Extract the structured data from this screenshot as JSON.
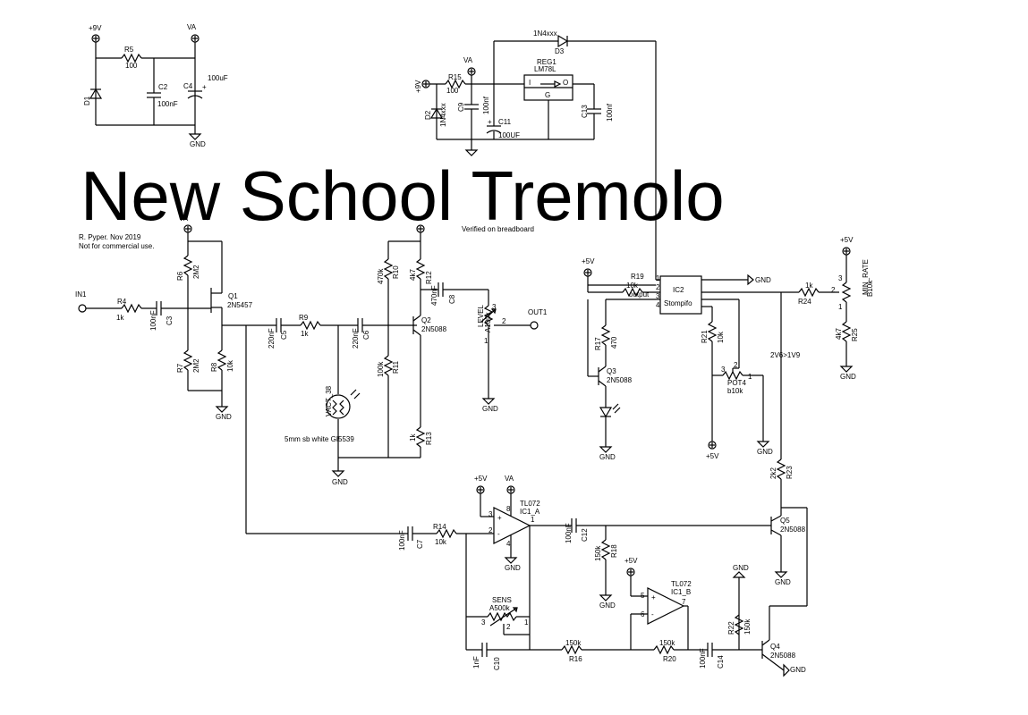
{
  "title": "New School Tremolo",
  "author_line1": "R. Pyper. Nov 2019",
  "author_line2": "Not for commercial use.",
  "note": "Verified on breadboard",
  "rails": {
    "plus9": "+9V",
    "va": "VA",
    "plus5": "+5V",
    "gnd": "GND"
  },
  "io": {
    "in": "IN1",
    "out": "OUT1"
  },
  "parts": {
    "R5": "R5",
    "R5v": "100",
    "C2": "C2",
    "C2v": "100nF",
    "C4": "C4",
    "C4v": "100uF",
    "D1": "D1",
    "D3": "D3",
    "D3v": "1N4xxx",
    "REG1": "REG1",
    "REG1v": "LM78L",
    "REG_I": "I",
    "REG_O": "O",
    "REG_G": "G",
    "R15": "R15",
    "R15v": "100",
    "D2": "D2",
    "D2v": "1N4xxx",
    "C9": "C9",
    "C9v": "100nf",
    "C11": "C11",
    "C11v": "100UF",
    "C13": "C13",
    "C13v": "100nf",
    "R4": "R4",
    "R4v": "1k",
    "C3": "C3",
    "C3v": "100nF",
    "R6": "R6",
    "R6v": "2M2",
    "R7": "R7",
    "R7v": "2M2",
    "R8": "R8",
    "R8v": "10k",
    "Q1": "Q1",
    "Q1v": "2N5457",
    "C5": "C5",
    "C5v": "220nF",
    "R9": "R9",
    "R9v": "1k",
    "C6": "C6",
    "C6v": "220nF",
    "R10": "R10",
    "R10v": "470k",
    "R11": "R11",
    "R11v": "100k",
    "R12": "R12",
    "R12v": "4k7",
    "R13": "R13",
    "R13v": "1k",
    "C8": "C8",
    "C8v": "470nF",
    "Q2": "Q2",
    "Q2v": "2N5088",
    "LEVEL": "LEVEL",
    "LEVELv": "A100k",
    "VACT": "VACT_38",
    "LDR_note": "5mm sb white GI5539",
    "R19": "R19",
    "R19v": "10k",
    "output": "output",
    "IC2": "IC2",
    "IC2v": "Stompifo",
    "R17": "R17",
    "R17v": "470",
    "Q3": "Q3",
    "Q3v": "2N5088",
    "R21": "R21",
    "R21v": "10k",
    "POT4": "POT4",
    "POT4v": "b10k",
    "R24": "R24",
    "R24v": "1k",
    "MINRATE": "MIN_RATE",
    "MINRATEv": "B10k",
    "R25": "R25",
    "R25v": "4k7",
    "V26": "2V6>1V9",
    "R23": "R23",
    "R23v": "2k2",
    "Q5": "Q5",
    "Q5v": "2N5088",
    "C7": "C7",
    "C7v": "100nF",
    "R14": "R14",
    "R14v": "10k",
    "IC1A": "IC1_A",
    "TL072": "TL072",
    "IC1B": "IC1_B",
    "C12": "C12",
    "C12v": "100nF",
    "R18": "R18",
    "R18v": "150k",
    "SENS": "SENS",
    "SENSv": "A500k",
    "C10": "C10",
    "C10v": "1nF",
    "R16": "R16",
    "R16v": "150k",
    "R20": "R20",
    "R20v": "150k",
    "C14": "C14",
    "C14v": "100nF",
    "R22": "R22",
    "R22v": "150k",
    "Q4": "Q4",
    "Q4v": "2N5088",
    "pin1": "1",
    "pin2": "2",
    "pin3": "3",
    "pin4": "4",
    "pin5": "5",
    "pin6": "6",
    "pin7": "7",
    "pin8": "8"
  },
  "colors": {
    "ink": "#000000",
    "paper": "#ffffff"
  }
}
